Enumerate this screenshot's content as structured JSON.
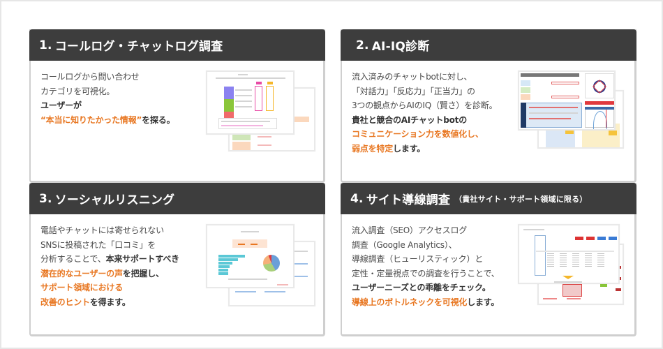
{
  "colors": {
    "header_bg": "#3d3d3d",
    "header_text": "#ffffff",
    "body_text": "#4a4a4a",
    "accent_orange": "#e87722",
    "card_border": "#cfcfcf"
  },
  "cards": [
    {
      "number": "1.",
      "title": "コールログ・チャットログ調査",
      "subtitle": "",
      "lines": [
        [
          {
            "t": "コールログから問い合わせ",
            "s": "n"
          }
        ],
        [
          {
            "t": "カテゴリを可視化。",
            "s": "n"
          }
        ],
        [
          {
            "t": "ユーザーが",
            "s": "b"
          }
        ],
        [
          {
            "t": "“本当に知りたかった情報”",
            "s": "o"
          },
          {
            "t": "を探る。",
            "s": "b"
          }
        ]
      ],
      "thumbnail": "call-log-report-thumbnail"
    },
    {
      "number": "2.",
      "title": "AI-IQ診断",
      "subtitle": "",
      "lines": [
        [
          {
            "t": "流入済みのチャットbotに対し、",
            "s": "n"
          }
        ],
        [
          {
            "t": "「対話力」「反応力」「正当力」の",
            "s": "n"
          }
        ],
        [
          {
            "t": "3つの観点からAIのIQ（賢さ）を診断。",
            "s": "n"
          }
        ],
        [
          {
            "t": "貴社と競合のAIチャットbotの",
            "s": "b"
          }
        ],
        [
          {
            "t": "コミュニケーション力を数値化し、",
            "s": "o"
          }
        ],
        [
          {
            "t": "弱点を特定",
            "s": "o"
          },
          {
            "t": "します。",
            "s": "b"
          }
        ]
      ],
      "thumbnail": "ai-iq-report-thumbnail"
    },
    {
      "number": "3.",
      "title": "ソーシャルリスニング",
      "subtitle": "",
      "lines": [
        [
          {
            "t": "電話やチャットには寄せられない",
            "s": "n"
          }
        ],
        [
          {
            "t": "SNSに投稿された「口コミ」を",
            "s": "n"
          }
        ],
        [
          {
            "t": "分析することで、",
            "s": "n"
          },
          {
            "t": "本来サポートすべき",
            "s": "b"
          }
        ],
        [
          {
            "t": "潜在的なユーザーの声",
            "s": "o"
          },
          {
            "t": "を把握し、",
            "s": "b"
          }
        ],
        [
          {
            "t": "サポート領域における",
            "s": "o"
          }
        ],
        [
          {
            "t": "改善のヒント",
            "s": "o"
          },
          {
            "t": "を得ます。",
            "s": "b"
          }
        ]
      ],
      "thumbnail": "social-listening-report-thumbnail"
    },
    {
      "number": "4.",
      "title": "サイト導線調査",
      "subtitle": "（貴社サイト・サポート領域に限る）",
      "lines": [
        [
          {
            "t": "流入調査（SEO）アクセスログ",
            "s": "n"
          }
        ],
        [
          {
            "t": "調査（Google Analytics）、",
            "s": "n"
          }
        ],
        [
          {
            "t": "導線調査（ヒューリスティック）と",
            "s": "n"
          }
        ],
        [
          {
            "t": "定性・定量視点での調査を行うことで、",
            "s": "n"
          }
        ],
        [
          {
            "t": "ユーザーニーズとの乖離をチェック。",
            "s": "b"
          }
        ],
        [
          {
            "t": "導線上のボトルネックを可視化",
            "s": "o"
          },
          {
            "t": "します。",
            "s": "b"
          }
        ]
      ],
      "thumbnail": "site-flow-report-thumbnail"
    }
  ]
}
